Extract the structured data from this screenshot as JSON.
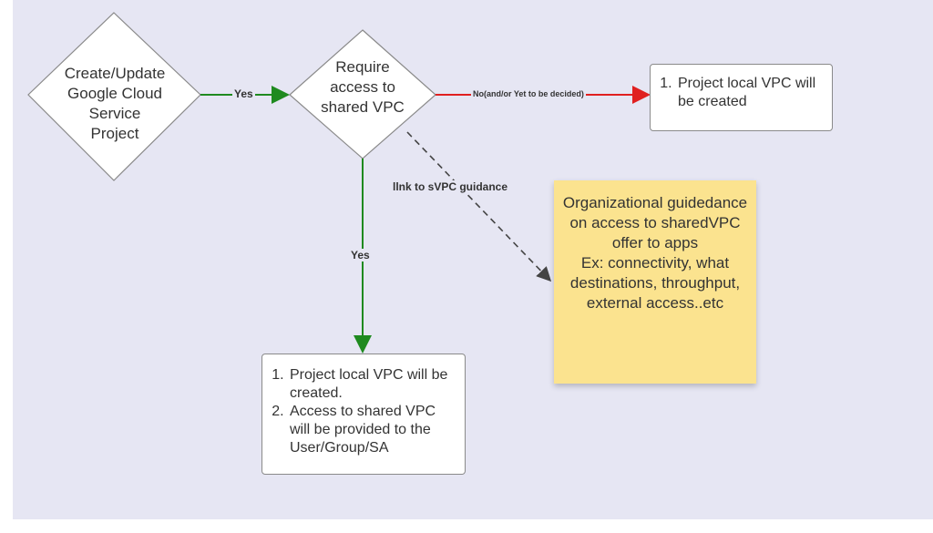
{
  "nodes": {
    "decision_create": [
      "Create/Update",
      "Google Cloud",
      "Service",
      "Project"
    ],
    "decision_shared": [
      "Require",
      "access to",
      "shared VPC"
    ],
    "result_local": [
      "Project local VPC will be created"
    ],
    "result_shared": [
      "Project local VPC will be created.",
      "Access to shared VPC will be provided to the User/Group/SA"
    ],
    "note": [
      "Organizational guidedance on access to sharedVPC offer to apps",
      "Ex: connectivity, what destinations, throughput, external access..etc"
    ]
  },
  "edges": {
    "yes_right": "Yes",
    "no_right": "No(and/or Yet to be decided)",
    "yes_down": "Yes",
    "link": "llnk to sVPC guidance"
  },
  "colors": {
    "background": "#e6e6f3",
    "yes": "#1f8a1f",
    "no": "#e02020",
    "link": "#444444",
    "note": "#fbe38f"
  }
}
